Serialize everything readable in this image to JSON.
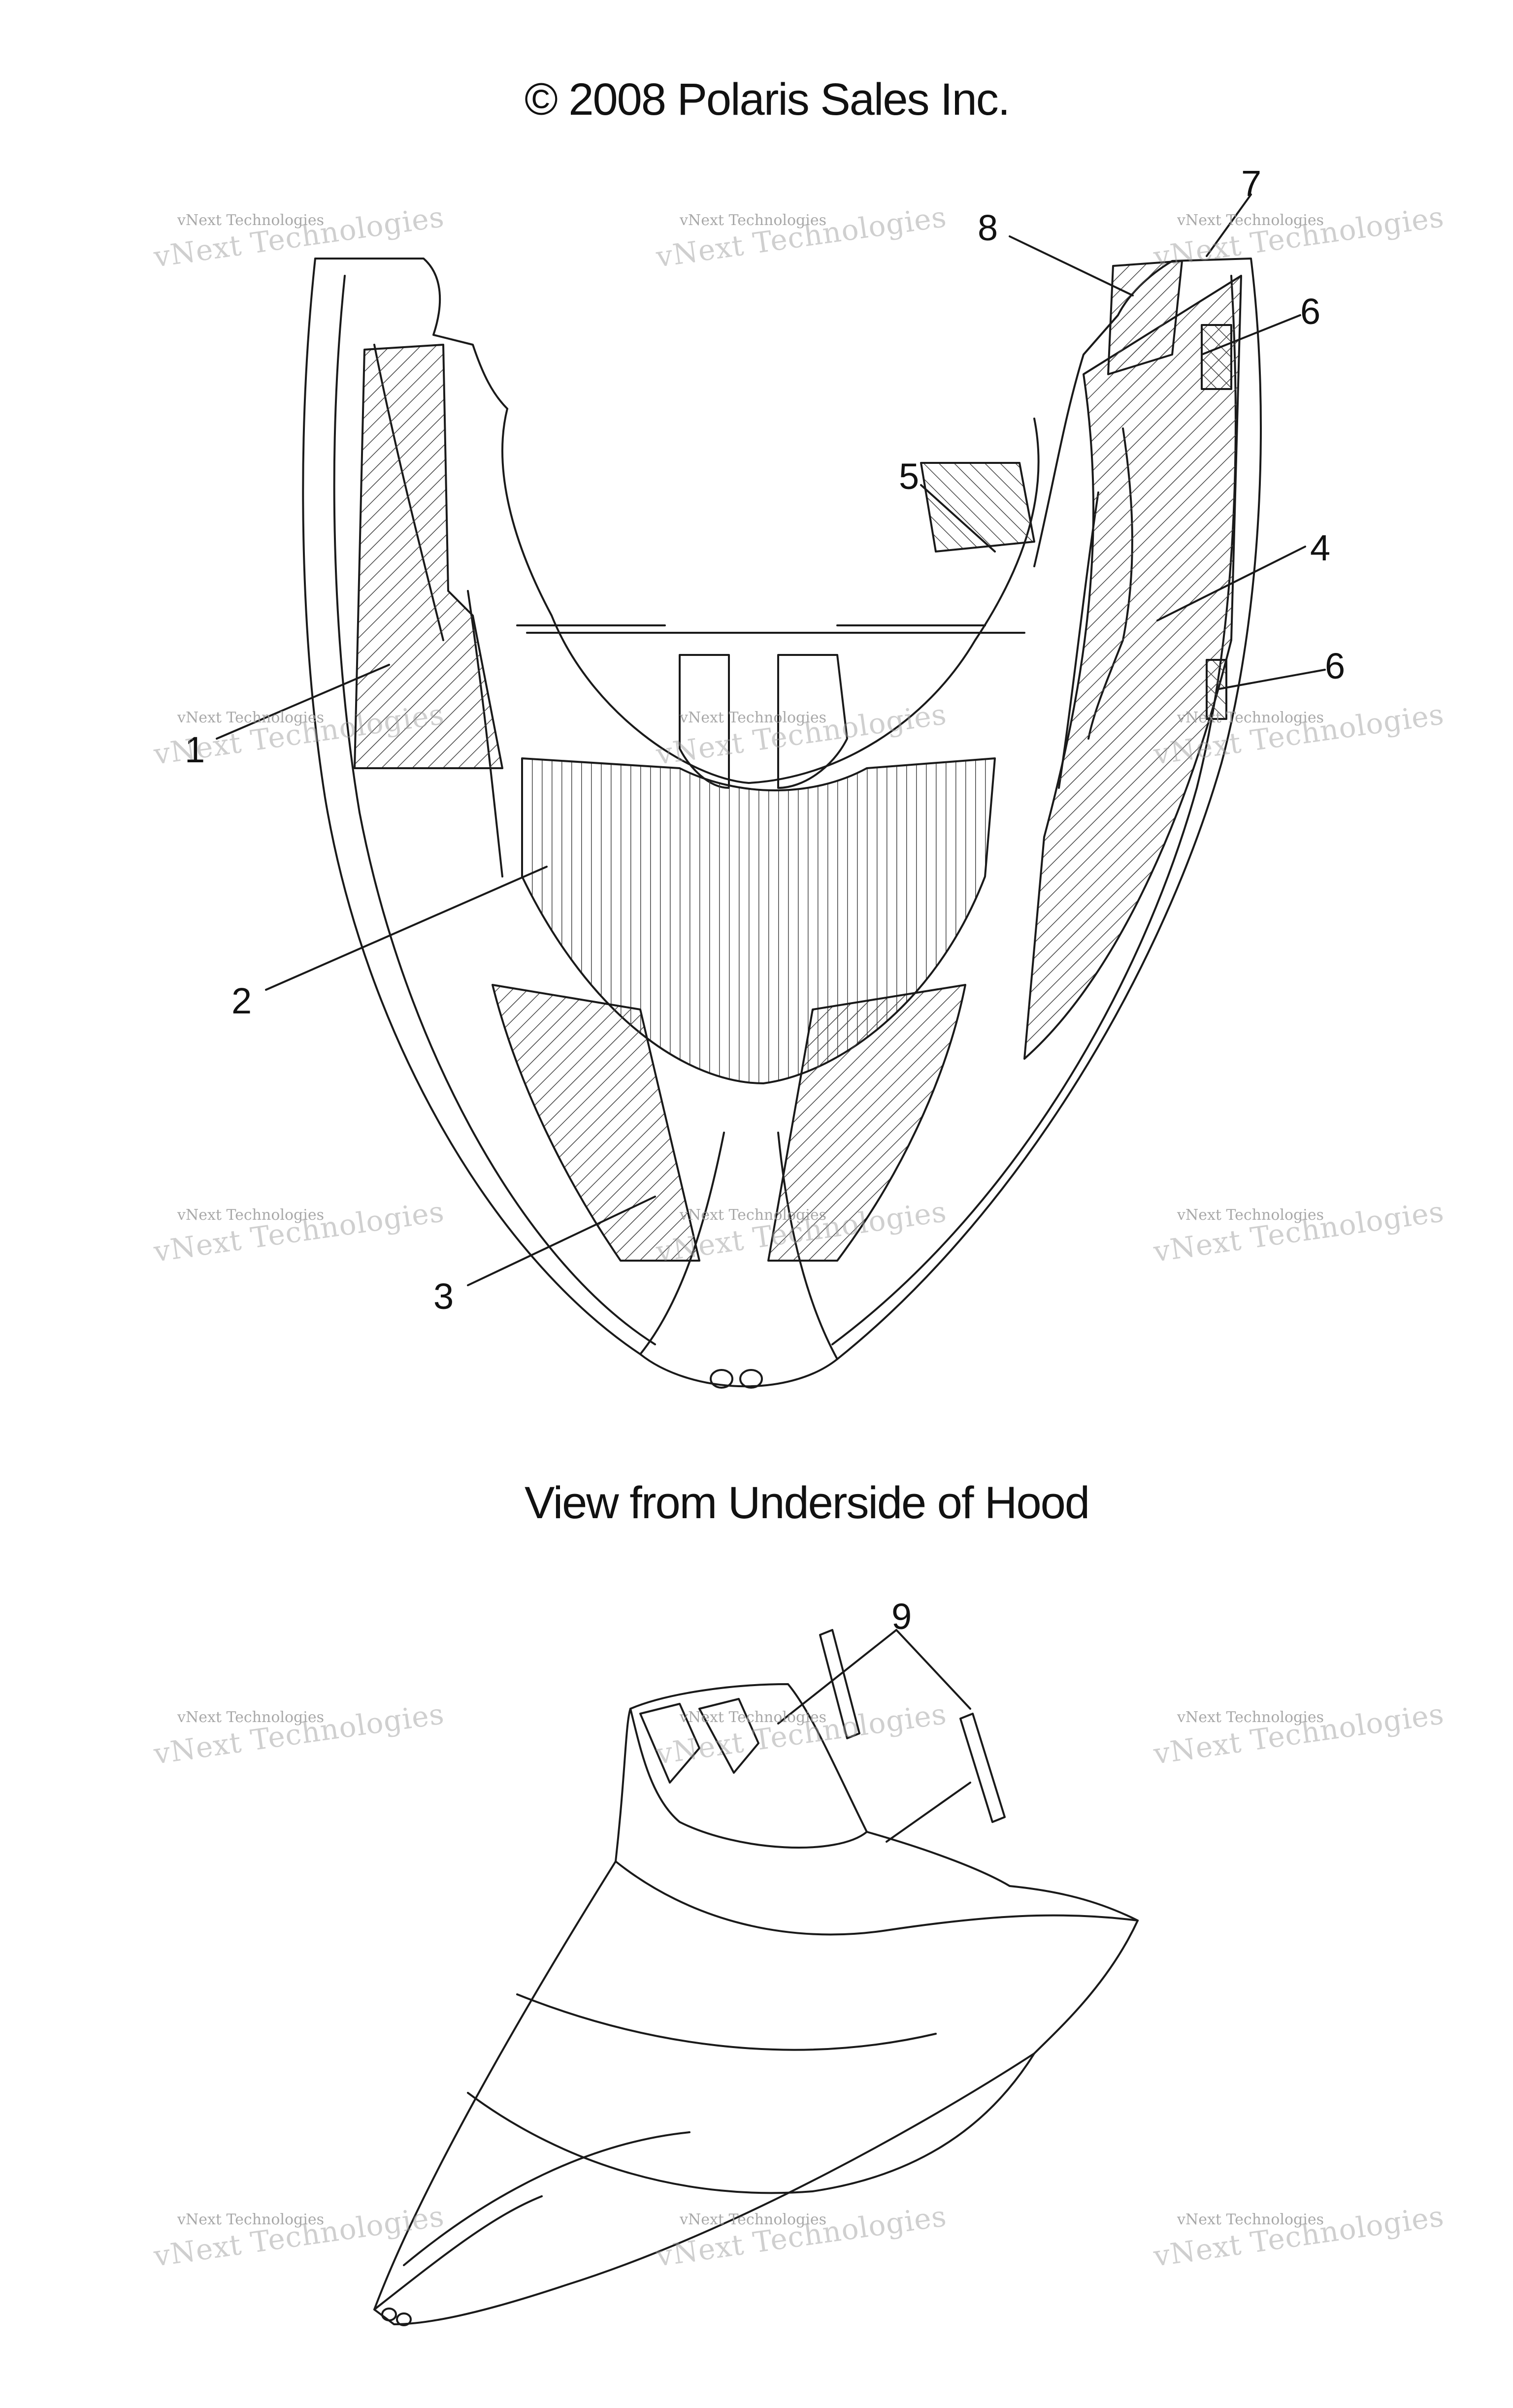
{
  "copyright": "© 2008 Polaris Sales Inc.",
  "view_caption": "View from Underside of Hood",
  "callouts": [
    "1",
    "2",
    "3",
    "4",
    "5",
    "6",
    "6",
    "7",
    "8",
    "9"
  ],
  "watermark": {
    "line1": "vNext Technologies",
    "line2": "vNext Technologies"
  },
  "colors": {
    "line": "#1a1a1a",
    "hatch": "#444444",
    "watermark": "#9a9a9a"
  }
}
